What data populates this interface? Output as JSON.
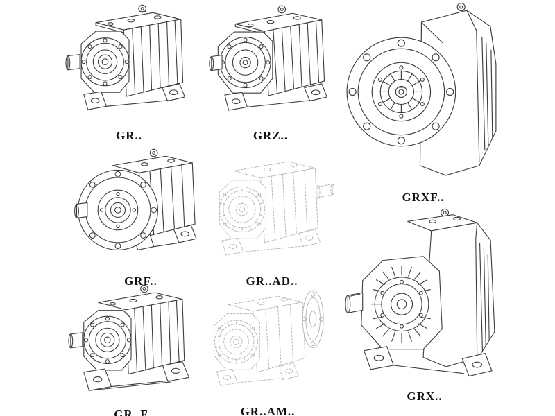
{
  "page": {
    "background": "#ffffff",
    "line_color": "#3d3d3d",
    "faded_line_color": "#b4b4b4",
    "label_color": "#111111"
  },
  "products": [
    {
      "id": "gr",
      "label": "GR.."
    },
    {
      "id": "grz",
      "label": "GRZ.."
    },
    {
      "id": "grxf",
      "label": "GRXF.."
    },
    {
      "id": "grf",
      "label": "GRF.."
    },
    {
      "id": "gr_ad",
      "label": "GR..AD.."
    },
    {
      "id": "gr_f",
      "label": "GR..F"
    },
    {
      "id": "gr_am",
      "label": "GR..AM.."
    },
    {
      "id": "grx",
      "label": "GRX.."
    }
  ]
}
